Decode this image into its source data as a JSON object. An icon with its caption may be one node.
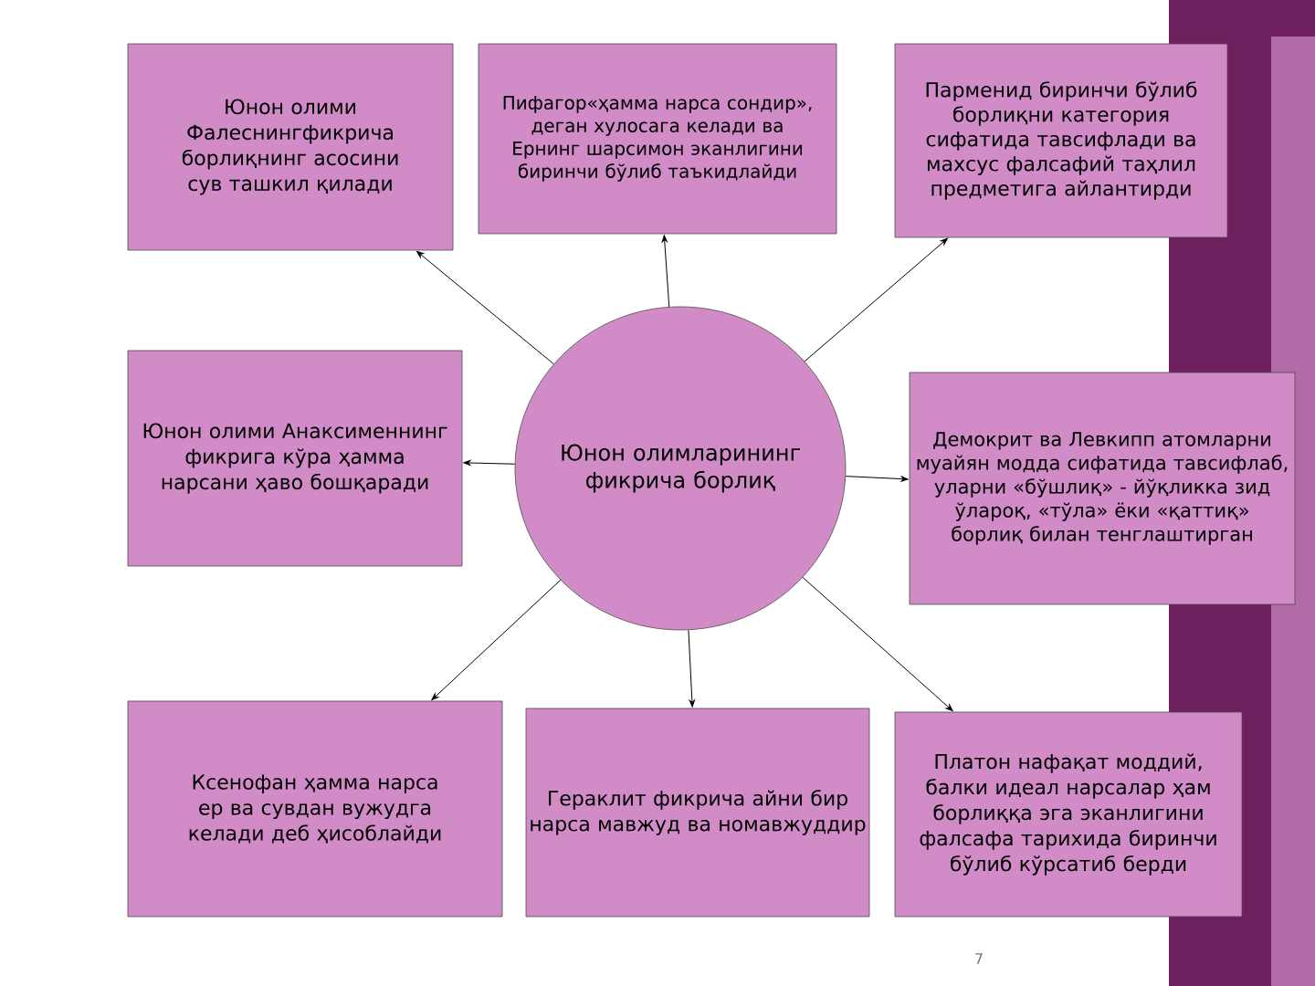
{
  "diagram": {
    "nodes": [
      {
        "text": [
          "Юнон олимларининг фикрича борлиқ"
        ]
      },
      {
        "text": [
          "Юнон олими Фалеснингфикрича борлиқнинг асосини сув ташкил қилади"
        ]
      },
      {
        "text": [
          "Пифагор«ҳамма нарса сондир», деган хулосага келади ва Ернинг шарсимон эканлигини биринчи бўлиб таъкидлайди"
        ]
      },
      {
        "text": [
          "Парменид биринчи бўлиб борлиқни категория сифатида тавсифлади ва махсус фалсафий таҳлил предметига айлантирди"
        ]
      },
      {
        "text": [
          "Юнон олими Анаксименнинг фикрига кўра ҳамма нарсани ҳаво бошқаради"
        ]
      },
      {
        "text": [
          "Демокрит ва Левкипп атомларни муайян модда сифатида тавсифлаб, уларни «бўшлиқ» - йўқликка зид ўлароқ, «тўла» ёки «қаттиқ» борлиқ билан тенглаштирган"
        ]
      },
      {
        "text": [
          "Ксенофан ҳамма нарса ер ва сувдан вужудга келади деб ҳисоблайди"
        ]
      },
      {
        "text": [
          "Гераклит фикрича айни бир нарса мавжуд ва номавжуддир"
        ]
      },
      {
        "text": [
          "Платон нафақат моддий, балки идеал нарсалар ҳам борлиққа эга эканлигини фалсафа тарихида биринчи бўлиб кўрсатиб берди"
        ]
      }
    ],
    "edges": [
      {
        "from": 0,
        "to": 1,
        "arrow": "to"
      },
      {
        "from": 0,
        "to": 2,
        "arrow": "to"
      },
      {
        "from": 0,
        "to": 3,
        "arrow": "to"
      },
      {
        "from": 0,
        "to": 4,
        "arrow": "to"
      },
      {
        "from": 0,
        "to": 5,
        "arrow": "to"
      },
      {
        "from": 0,
        "to": 6,
        "arrow": "to"
      },
      {
        "from": 0,
        "to": 7,
        "arrow": "to"
      },
      {
        "from": 0,
        "to": 8,
        "arrow": "to"
      }
    ],
    "labels": [
      "7"
    ]
  }
}
